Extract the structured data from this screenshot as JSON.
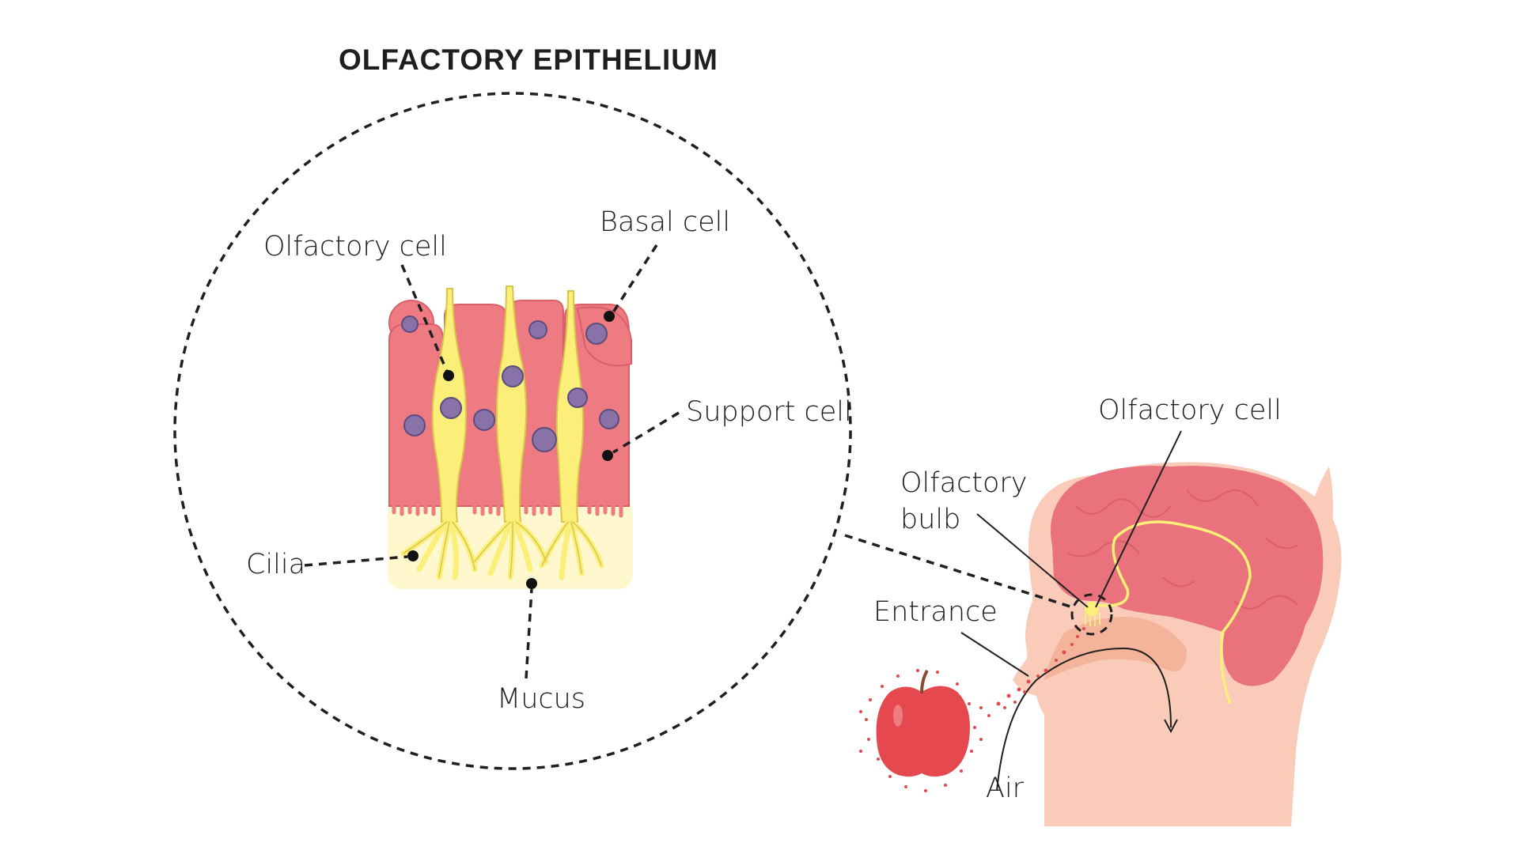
{
  "title": "OLFACTORY EPITHELIUM",
  "labels": {
    "olfactory_cell": "Olfactory cell",
    "basal_cell": "Basal cell",
    "support_cell": "Support cell",
    "cilia": "Cilia",
    "mucus": "Mucus",
    "head_olfactory_cell": "Olfactory cell",
    "olfactory_bulb_line1": "Olfactory",
    "olfactory_bulb_line2": "bulb",
    "entrance": "Entrance",
    "air": "Air"
  },
  "colors": {
    "support_cell": "#ee7a82",
    "support_cell_dark": "#d9606a",
    "olfactory_cell": "#fbef7a",
    "olfactory_cell_stroke": "#d8c54a",
    "nucleus": "#8872a8",
    "mucus": "#fff8cf",
    "skin": "#f9cbb8",
    "skin_dark": "#f4b49c",
    "brain": "#e9727c",
    "apple": "#e5484f",
    "scent_dots": "#e5484f"
  }
}
